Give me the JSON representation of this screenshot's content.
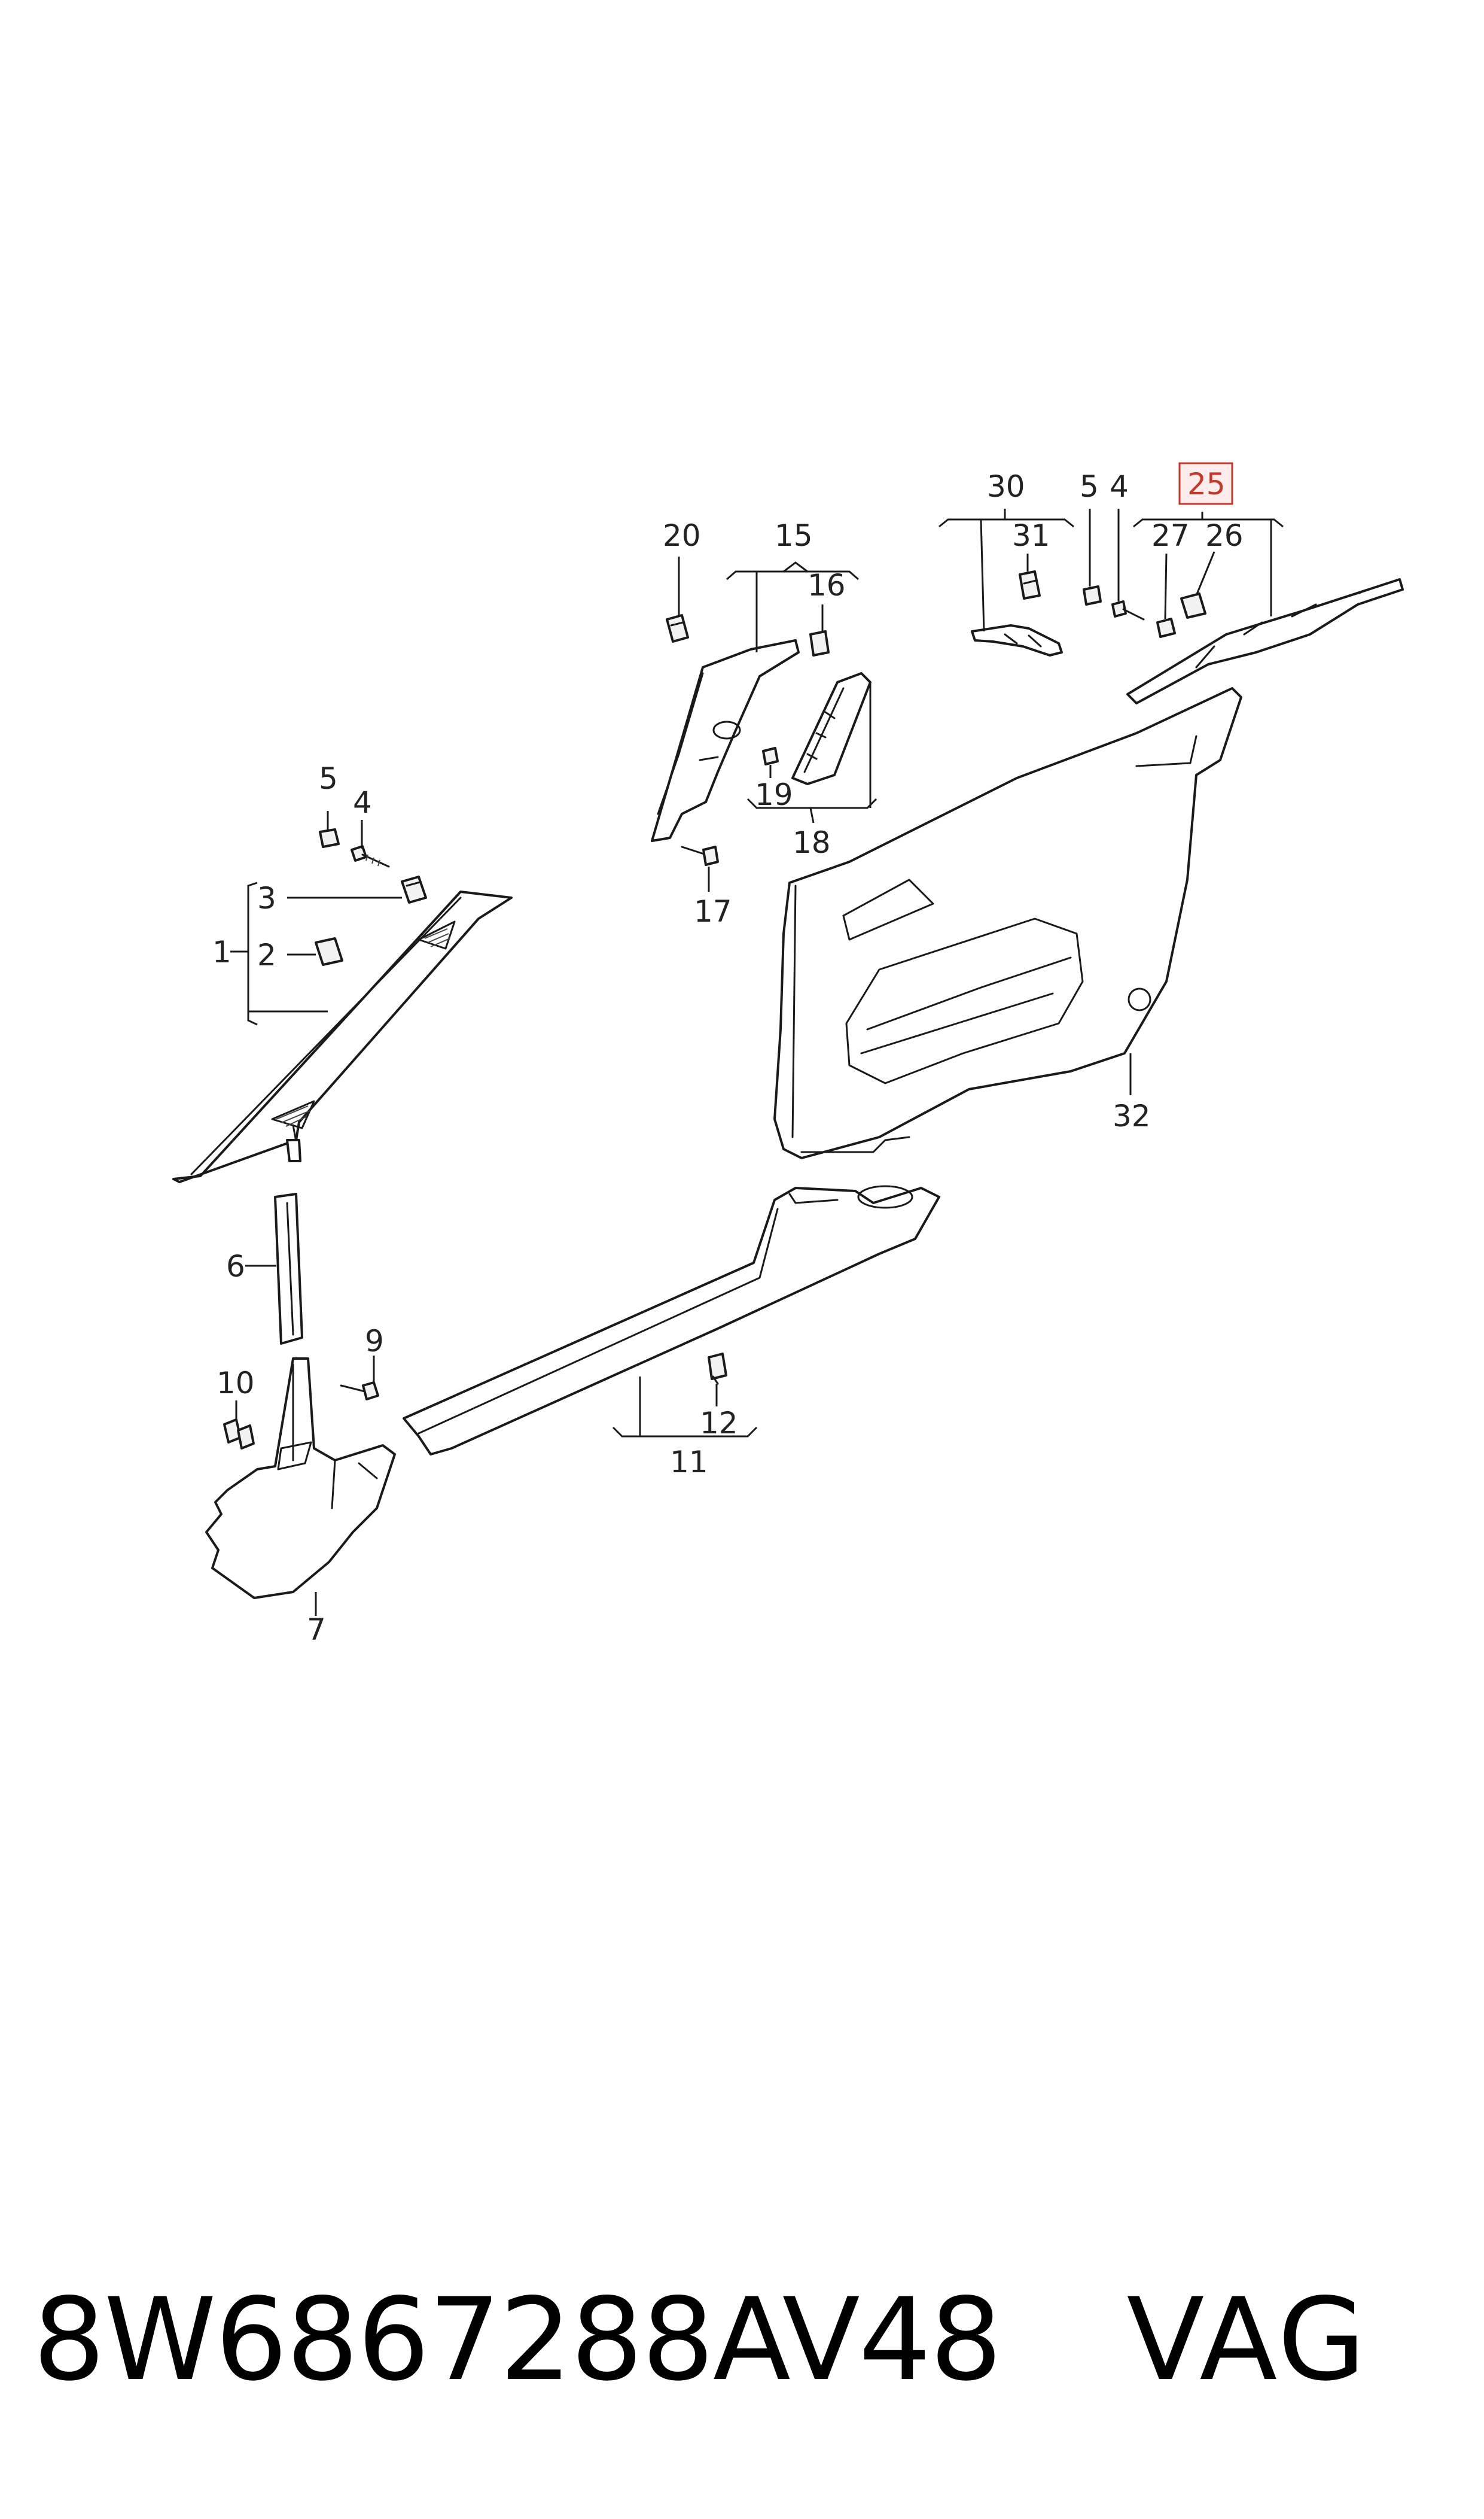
{
  "callouts": {
    "c1": "1",
    "c2": "2",
    "c3": "3",
    "c4a": "4",
    "c4b": "4",
    "c5a": "5",
    "c5b": "5",
    "c6": "6",
    "c7": "7",
    "c9": "9",
    "c10": "10",
    "c11": "11",
    "c12": "12",
    "c15": "15",
    "c16": "16",
    "c17": "17",
    "c18": "18",
    "c19": "19",
    "c20": "20",
    "c25": "25",
    "c26": "26",
    "c27": "27",
    "c30": "30",
    "c31": "31",
    "c32": "32"
  },
  "highlight_color": "#c0392b",
  "footer": {
    "part_number": "8W6867288AV48",
    "brand": "VAG"
  }
}
